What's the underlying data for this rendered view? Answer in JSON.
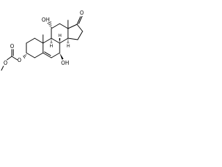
{
  "structure": {
    "atoms": {
      "oxygen": "O",
      "hydroxyl": "OH",
      "hydrogen": "H"
    },
    "stereo_labels": {
      "h8": "H",
      "h9": "H",
      "h14": "H"
    },
    "colors": {
      "bond": "#000000",
      "background": "#ffffff"
    }
  }
}
